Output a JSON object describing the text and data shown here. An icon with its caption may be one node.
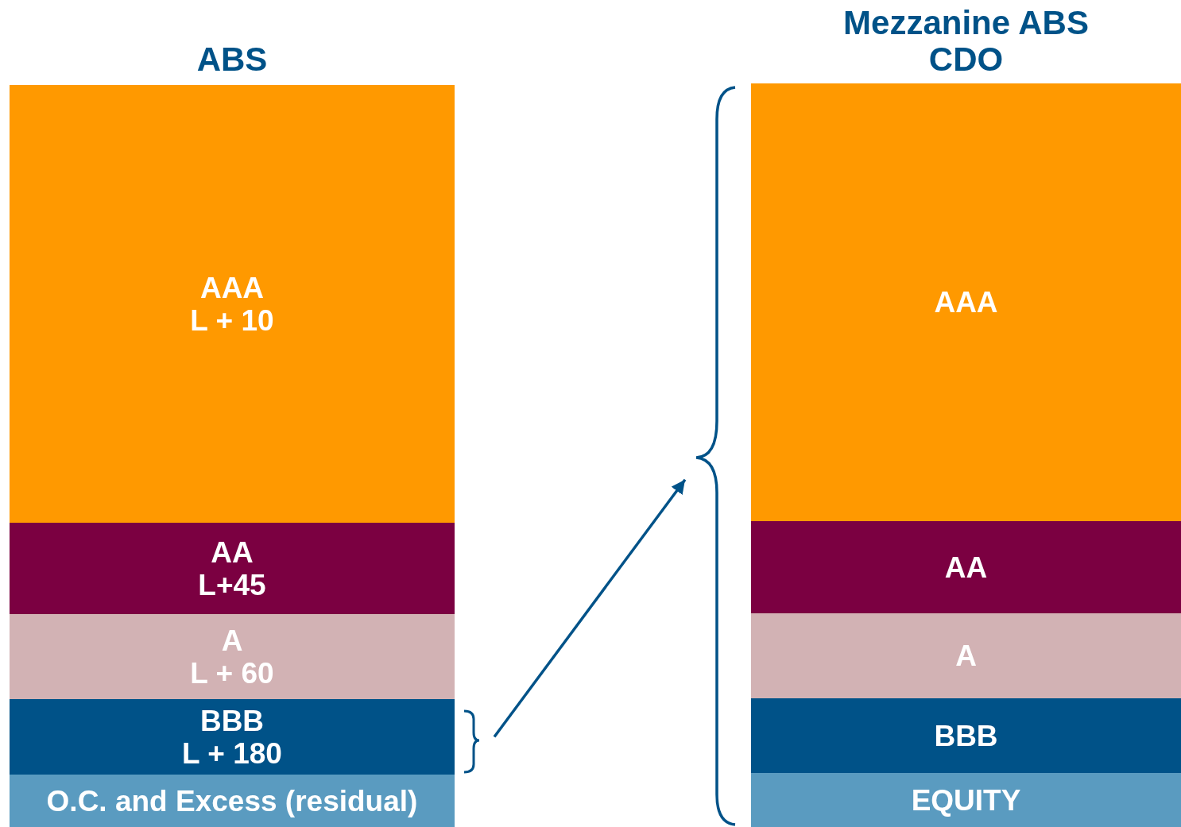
{
  "diagram": {
    "nodes": [
      {
        "text": [
          "ABS"
        ]
      },
      {
        "text": [
          "AAA",
          "L + 10"
        ],
        "in": 0
      },
      {
        "text": [
          "AA",
          "L+45"
        ],
        "in": 0
      },
      {
        "text": [
          "A",
          "L + 60"
        ],
        "in": 0
      },
      {
        "text": [
          "BBB",
          "L + 180"
        ],
        "in": 0
      },
      {
        "text": [
          "O.C. and Excess (residual)"
        ],
        "in": 0
      },
      {
        "text": [
          "Mezzanine ABS CDO"
        ]
      },
      {
        "text": [
          "AAA"
        ],
        "in": 6
      },
      {
        "text": [
          "AA"
        ],
        "in": 6
      },
      {
        "text": [
          "A"
        ],
        "in": 6
      },
      {
        "text": [
          "BBB"
        ],
        "in": 6
      },
      {
        "text": [
          "EQUITY"
        ],
        "in": 6
      }
    ],
    "edges": [
      {
        "from": 4,
        "to": 6,
        "arrow": "to"
      }
    ]
  }
}
